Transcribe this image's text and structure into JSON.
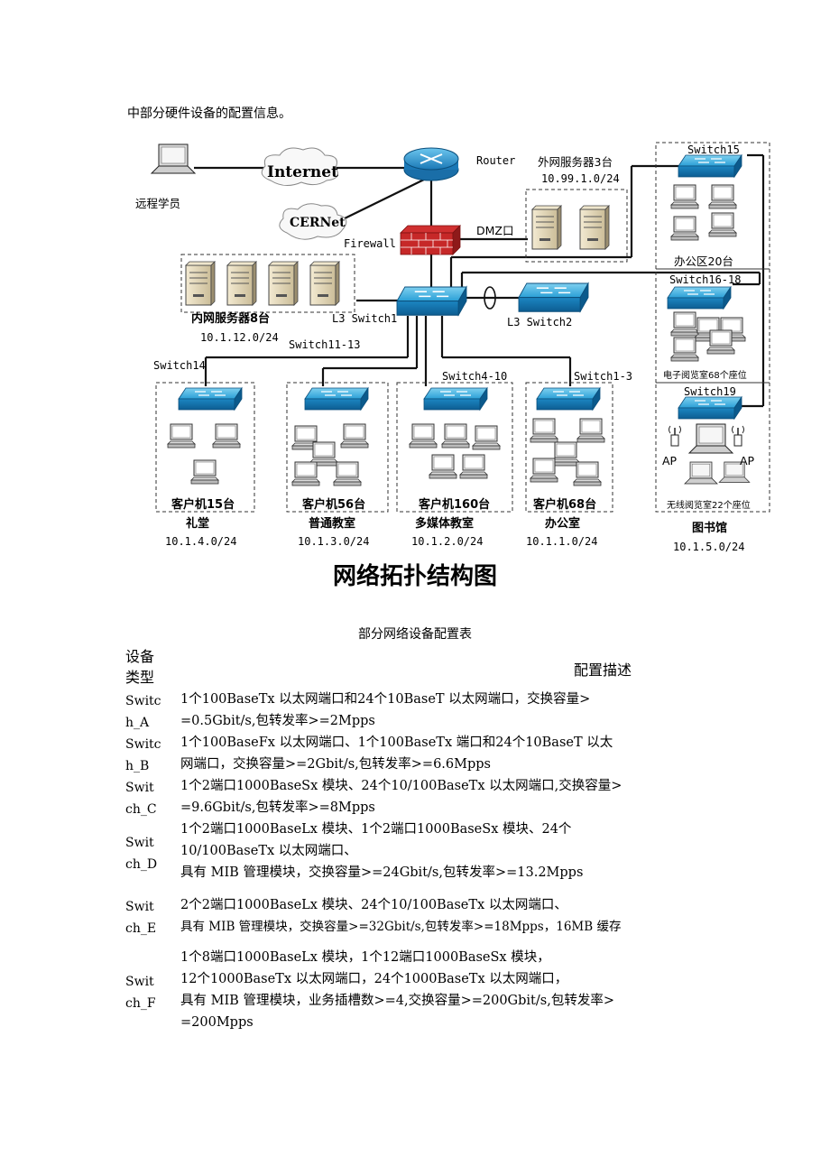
{
  "intro_text": "中部分硬件设备的配置信息。",
  "diagram": {
    "caption": "网络拓扑结构图",
    "remote_user": "远程学员",
    "internet": "Internet",
    "cernet": "CERNet",
    "router": "Router",
    "firewall": "Firewall",
    "dmz": "DMZ口",
    "external_servers": "外网服务器3台",
    "external_subnet": "10.99.1.0/24",
    "internal_servers": "内网服务器8台",
    "internal_subnet": "10.1.12.0/24",
    "l3_switch1": "L3 Switch1",
    "l3_switch2": "L3 Switch2",
    "switch11_13": "Switch11-13",
    "switch14": "Switch14",
    "switch4_10": "Switch4-10",
    "switch1_3": "Switch1-3",
    "switch15": "Switch15",
    "switch16_18": "Switch16-18",
    "switch19": "Switch19",
    "office_area": "办公区20台",
    "e_reading": "电子阅览室68个座位",
    "wireless_reading": "无线阅览室22个座位",
    "ap_left": "AP",
    "ap_right": "AP",
    "library": "图书馆",
    "library_subnet": "10.1.5.0/24",
    "groups": [
      {
        "clients": "客户机15台",
        "name": "礼堂",
        "subnet": "10.1.4.0/24"
      },
      {
        "clients": "客户机56台",
        "name": "普通教室",
        "subnet": "10.1.3.0/24"
      },
      {
        "clients": "客户机160台",
        "name": "多媒体教室",
        "subnet": "10.1.2.0/24"
      },
      {
        "clients": "客户机68台",
        "name": "办公室",
        "subnet": "10.1.1.0/24"
      }
    ]
  },
  "table": {
    "title": "部分网络设备配置表",
    "header_type": [
      "设备",
      "类型"
    ],
    "header_desc": "配置描述",
    "rows": [
      {
        "type": [
          "Switc",
          "h_A"
        ],
        "desc": [
          "1个100BaseTx 以太网端口和24个10BaseT 以太网端口，交换容量>",
          "=0.5Gbit/s,包转发率>=2Mpps"
        ]
      },
      {
        "type": [
          "Switc",
          "h_B"
        ],
        "desc": [
          "1个100BaseFx 以太网端口、1个100BaseTx 端口和24个10BaseT 以太",
          "网端口，交换容量>=2Gbit/s,包转发率>=6.6Mpps"
        ]
      },
      {
        "type": [
          "Swit",
          "ch_C"
        ],
        "desc": [
          "1个2端口1000BaseSx 模块、24个10/100BaseTx 以太网端口,交换容量>",
          "=9.6Gbit/s,包转发率>=8Mpps"
        ]
      },
      {
        "type": [
          "Swit",
          "ch_D"
        ],
        "desc": [
          "1个2端口1000BaseLx 模块、1个2端口1000BaseSx 模块、24个",
          "10/100BaseTx 以太网端口、",
          "具有 MIB 管理模块，交换容量>=24Gbit/s,包转发率>=13.2Mpps"
        ]
      },
      {
        "type": [
          "Swit",
          "ch_E"
        ],
        "desc": [
          "2个2端口1000BaseLx 模块、24个10/100BaseTx 以太网端口、",
          "具有 MIB 管理模块，交换容量>=32Gbit/s,包转发率>=18Mpps，16MB 缓存"
        ]
      },
      {
        "type": [
          "Swit",
          "ch_F"
        ],
        "desc": [
          "1个8端口1000BaseLx 模块，1个12端口1000BaseSx 模块，",
          "12个1000BaseTx 以太网端口，24个1000BaseTx 以太网端口，",
          "具有 MIB 管理模块，业务插槽数>=4,交换容量>=200Gbit/s,包转发率>",
          "=200Mpps"
        ]
      }
    ]
  }
}
